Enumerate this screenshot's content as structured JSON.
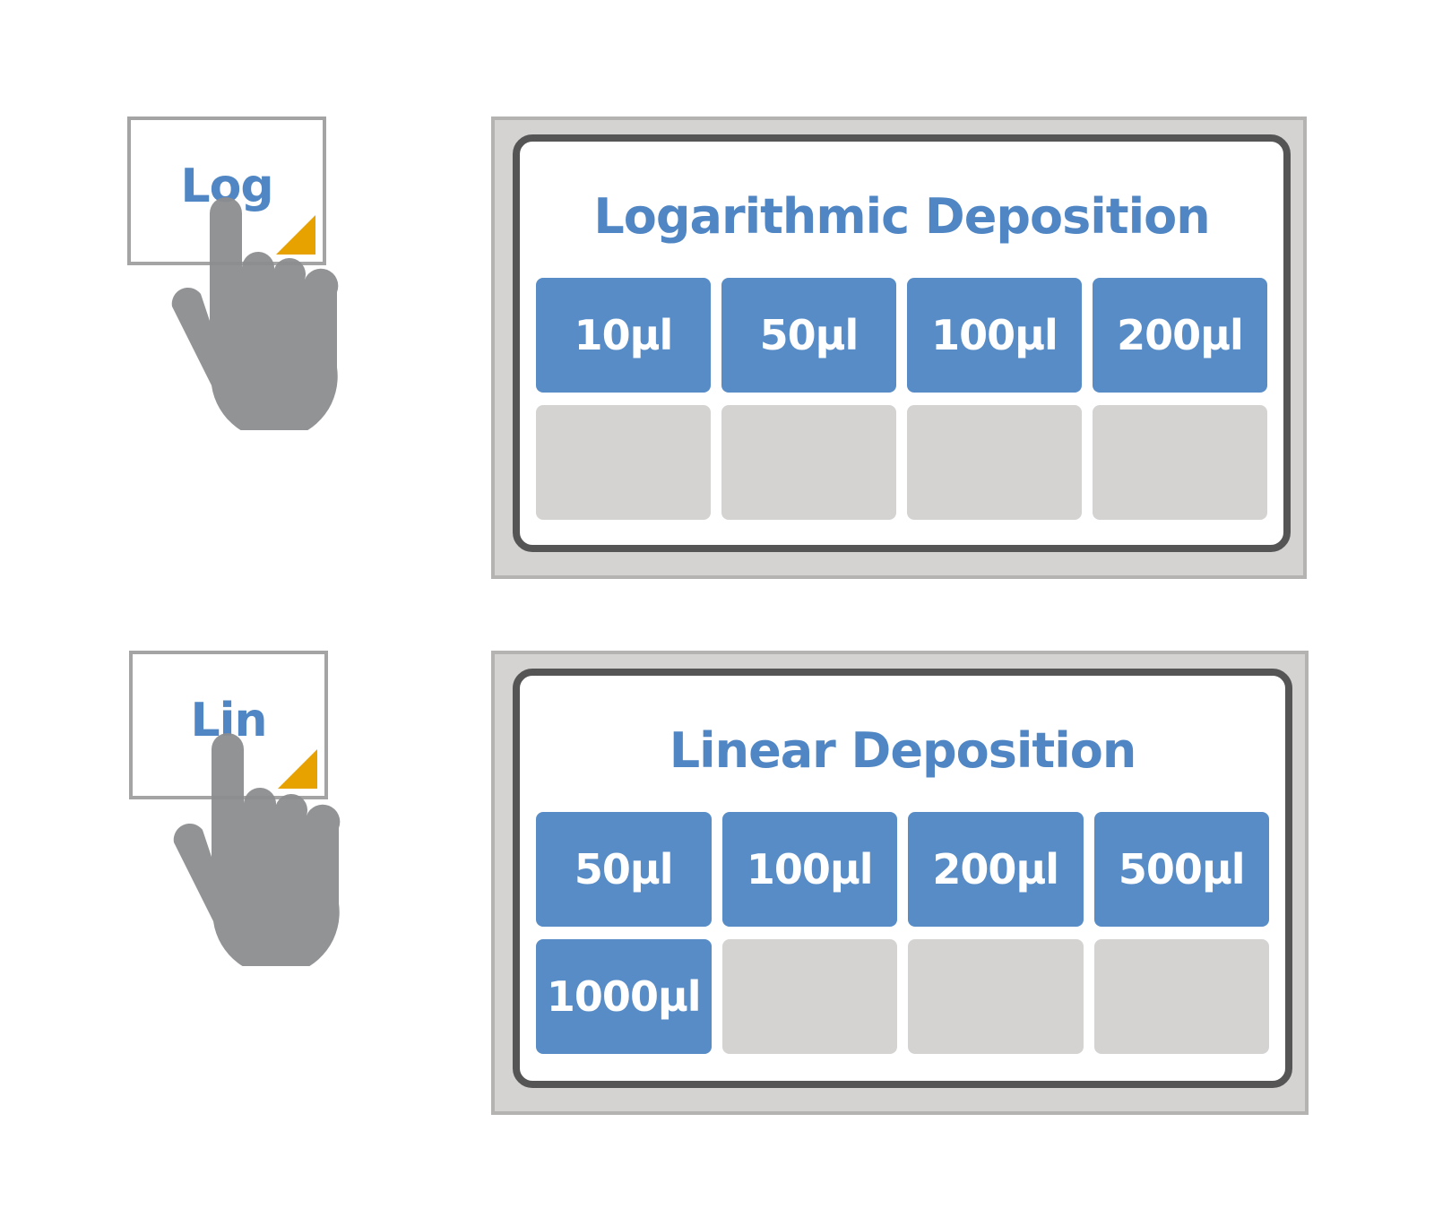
{
  "mode_buttons": [
    {
      "label": "Log",
      "indicator_color": "#e8a200"
    },
    {
      "label": "Lin",
      "indicator_color": "#e8a200"
    }
  ],
  "panels": [
    {
      "title": "Logarithmic Deposition",
      "options": [
        "10µl",
        "50µl",
        "100µl",
        "200µl",
        "",
        "",
        "",
        ""
      ]
    },
    {
      "title": "Linear Deposition",
      "options": [
        "50µl",
        "100µl",
        "200µl",
        "500µl",
        "1000µl",
        "",
        "",
        ""
      ]
    }
  ],
  "colors": {
    "accent_blue": "#578cc6",
    "text_blue": "#4f86c3",
    "empty_slot": "#d4d3d2",
    "hand_gray": "#8c8d8f",
    "screen_border": "#555555"
  }
}
